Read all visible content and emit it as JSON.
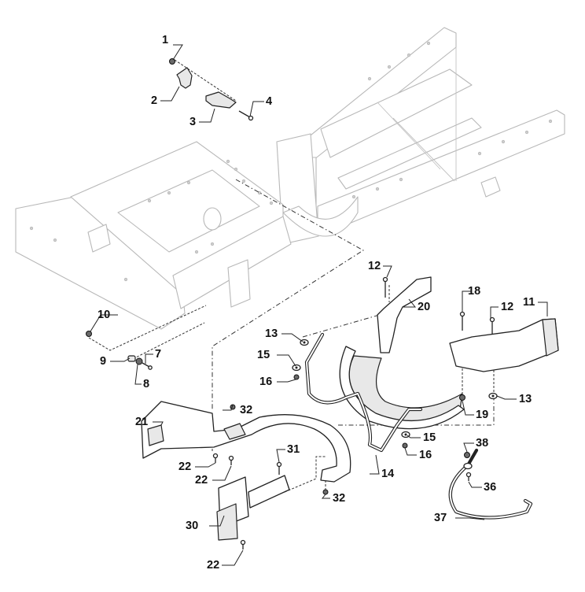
{
  "diagram": {
    "type": "exploded-parts-view",
    "subject": "Chassis frame with cutting-deck guards, brackets and rods",
    "colors": {
      "frame_lines": "#b8b8b8",
      "parts_lines": "#222222",
      "labels": "#111111"
    }
  },
  "callouts": [
    {
      "id": "c1",
      "number": "1",
      "part": "nut"
    },
    {
      "id": "c2",
      "number": "2",
      "part": "bracket"
    },
    {
      "id": "c3",
      "number": "3",
      "part": "plate"
    },
    {
      "id": "c4",
      "number": "4",
      "part": "bolt"
    },
    {
      "id": "c7",
      "number": "7",
      "part": "screw"
    },
    {
      "id": "c8",
      "number": "8",
      "part": "washer"
    },
    {
      "id": "c9",
      "number": "9",
      "part": "spacer"
    },
    {
      "id": "c10",
      "number": "10",
      "part": "nut"
    },
    {
      "id": "c11",
      "number": "11",
      "part": "guard"
    },
    {
      "id": "c12a",
      "number": "12",
      "part": "bolt"
    },
    {
      "id": "c12b",
      "number": "12",
      "part": "bolt"
    },
    {
      "id": "c13a",
      "number": "13",
      "part": "washer"
    },
    {
      "id": "c13b",
      "number": "13",
      "part": "washer"
    },
    {
      "id": "c14",
      "number": "14",
      "part": "rod"
    },
    {
      "id": "c15a",
      "number": "15",
      "part": "washer"
    },
    {
      "id": "c15b",
      "number": "15",
      "part": "washer"
    },
    {
      "id": "c16a",
      "number": "16",
      "part": "nut"
    },
    {
      "id": "c16b",
      "number": "16",
      "part": "nut"
    },
    {
      "id": "c18",
      "number": "18",
      "part": "bolt"
    },
    {
      "id": "c19",
      "number": "19",
      "part": "nut"
    },
    {
      "id": "c20",
      "number": "20",
      "part": "bracket"
    },
    {
      "id": "c21",
      "number": "21",
      "part": "guard"
    },
    {
      "id": "c22a",
      "number": "22",
      "part": "screw"
    },
    {
      "id": "c22b",
      "number": "22",
      "part": "screw"
    },
    {
      "id": "c22c",
      "number": "22",
      "part": "screw"
    },
    {
      "id": "c30",
      "number": "30",
      "part": "guard"
    },
    {
      "id": "c31",
      "number": "31",
      "part": "bolt"
    },
    {
      "id": "c32a",
      "number": "32",
      "part": "nut"
    },
    {
      "id": "c32b",
      "number": "32",
      "part": "nut"
    },
    {
      "id": "c36",
      "number": "36",
      "part": "screw"
    },
    {
      "id": "c37",
      "number": "37",
      "part": "wire-guard"
    },
    {
      "id": "c38",
      "number": "38",
      "part": "nut"
    }
  ]
}
